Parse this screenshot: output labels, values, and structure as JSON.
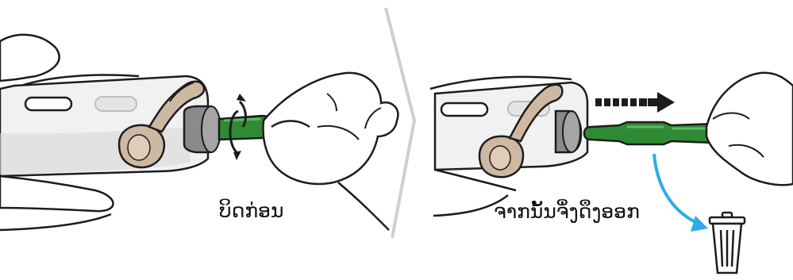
{
  "steps": [
    {
      "caption": "ບິດກ່ອນ",
      "action": "twist-cap"
    },
    {
      "caption": "ຈາກນັ້ນຈຶ່ງດຶງອອກ",
      "action": "pull-off-and-discard"
    }
  ],
  "colors": {
    "outline": "#1c1c1c",
    "skin": "#ffffff",
    "device_body": "#f1f1f1",
    "device_shade": "#d9d9d9",
    "cap_green": "#2f8a34",
    "cap_green_dark": "#1f6a25",
    "knob_grey": "#8a8a8a",
    "clip_tan": "#cdb8a2",
    "arrow_blue": "#29aee8",
    "divider_grey": "#cfcfcf"
  },
  "icons": [
    "twist-arrow-icon",
    "pull-arrow-icon",
    "discard-arrow-icon",
    "trash-bin-icon"
  ]
}
